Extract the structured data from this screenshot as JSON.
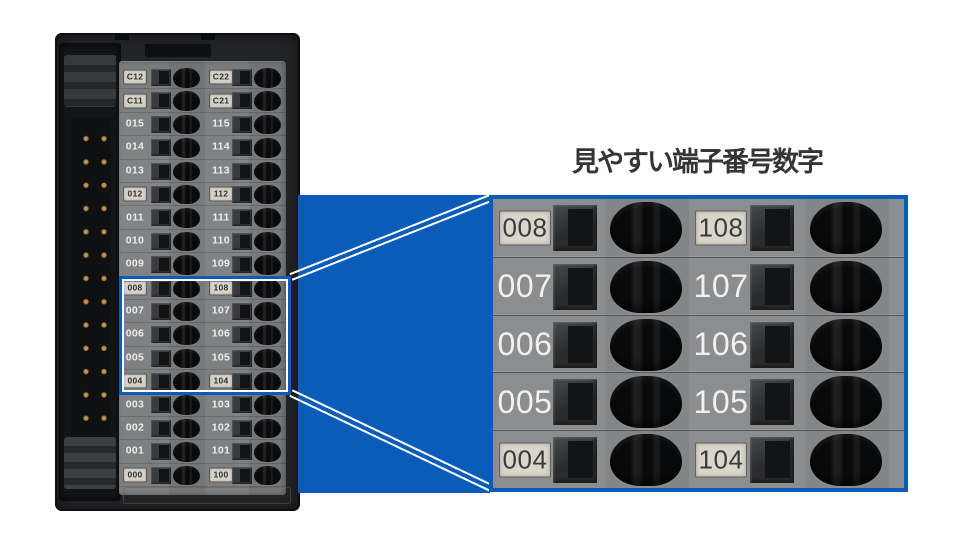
{
  "caption": "見やすい端子番号数字",
  "colors": {
    "accent_blue": "#0a5cb8",
    "module_gray": "#7f8183",
    "panel_gray": "#8b8d8e",
    "sticker_beige": "#d9d5ca",
    "caption_text": "#333537",
    "screw_black": "#0b0c0d",
    "pin_gold": "#c29454"
  },
  "module": {
    "rows": [
      {
        "left": "C12",
        "right": "C22",
        "sticker": true
      },
      {
        "left": "C11",
        "right": "C21",
        "sticker": true
      },
      {
        "left": "015",
        "right": "115",
        "sticker": false
      },
      {
        "left": "014",
        "right": "114",
        "sticker": false
      },
      {
        "left": "013",
        "right": "113",
        "sticker": false
      },
      {
        "left": "012",
        "right": "112",
        "sticker": true
      },
      {
        "left": "011",
        "right": "111",
        "sticker": false
      },
      {
        "left": "010",
        "right": "110",
        "sticker": false
      },
      {
        "left": "009",
        "right": "109",
        "sticker": false
      },
      {
        "left": "008",
        "right": "108",
        "sticker": true
      },
      {
        "left": "007",
        "right": "107",
        "sticker": false
      },
      {
        "left": "006",
        "right": "106",
        "sticker": false
      },
      {
        "left": "005",
        "right": "105",
        "sticker": false
      },
      {
        "left": "004",
        "right": "104",
        "sticker": true
      },
      {
        "left": "003",
        "right": "103",
        "sticker": false
      },
      {
        "left": "002",
        "right": "102",
        "sticker": false
      },
      {
        "left": "001",
        "right": "101",
        "sticker": false
      },
      {
        "left": "000",
        "right": "100",
        "sticker": true
      }
    ],
    "highlight_from": "008",
    "highlight_to": "004"
  },
  "detail_panel": {
    "rows": [
      {
        "left": "008",
        "right": "108",
        "sticker": true
      },
      {
        "left": "007",
        "right": "107",
        "sticker": false
      },
      {
        "left": "006",
        "right": "106",
        "sticker": false
      },
      {
        "left": "005",
        "right": "105",
        "sticker": false
      },
      {
        "left": "004",
        "right": "104",
        "sticker": true
      }
    ]
  }
}
